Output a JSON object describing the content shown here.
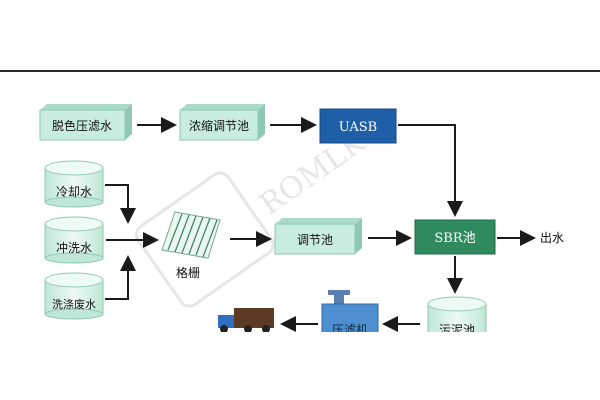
{
  "diagram": {
    "nodes": {
      "decolor_filter": "脱色压滤水",
      "concentrate_tank": "浓缩调节池",
      "uasb": "UASB",
      "cooling_water": "冷却水",
      "flushing_water": "冲洗水",
      "washing_waste": "洗涤废水",
      "screen": "格栅",
      "regulating_tank": "调节池",
      "sbr_tank": "SBR池",
      "outlet": "出水",
      "sludge_tank": "污泥池",
      "filter_press": "压滤机"
    },
    "watermark": "ROMLK",
    "colors": {
      "box_face": "#c8ecdf",
      "box_edge": "#8fc9b3",
      "uasb": "#1f5fa8",
      "sbr": "#2f8a5e",
      "cylinder": "#d7f2e6",
      "arrow": "#1a1a1a"
    }
  }
}
